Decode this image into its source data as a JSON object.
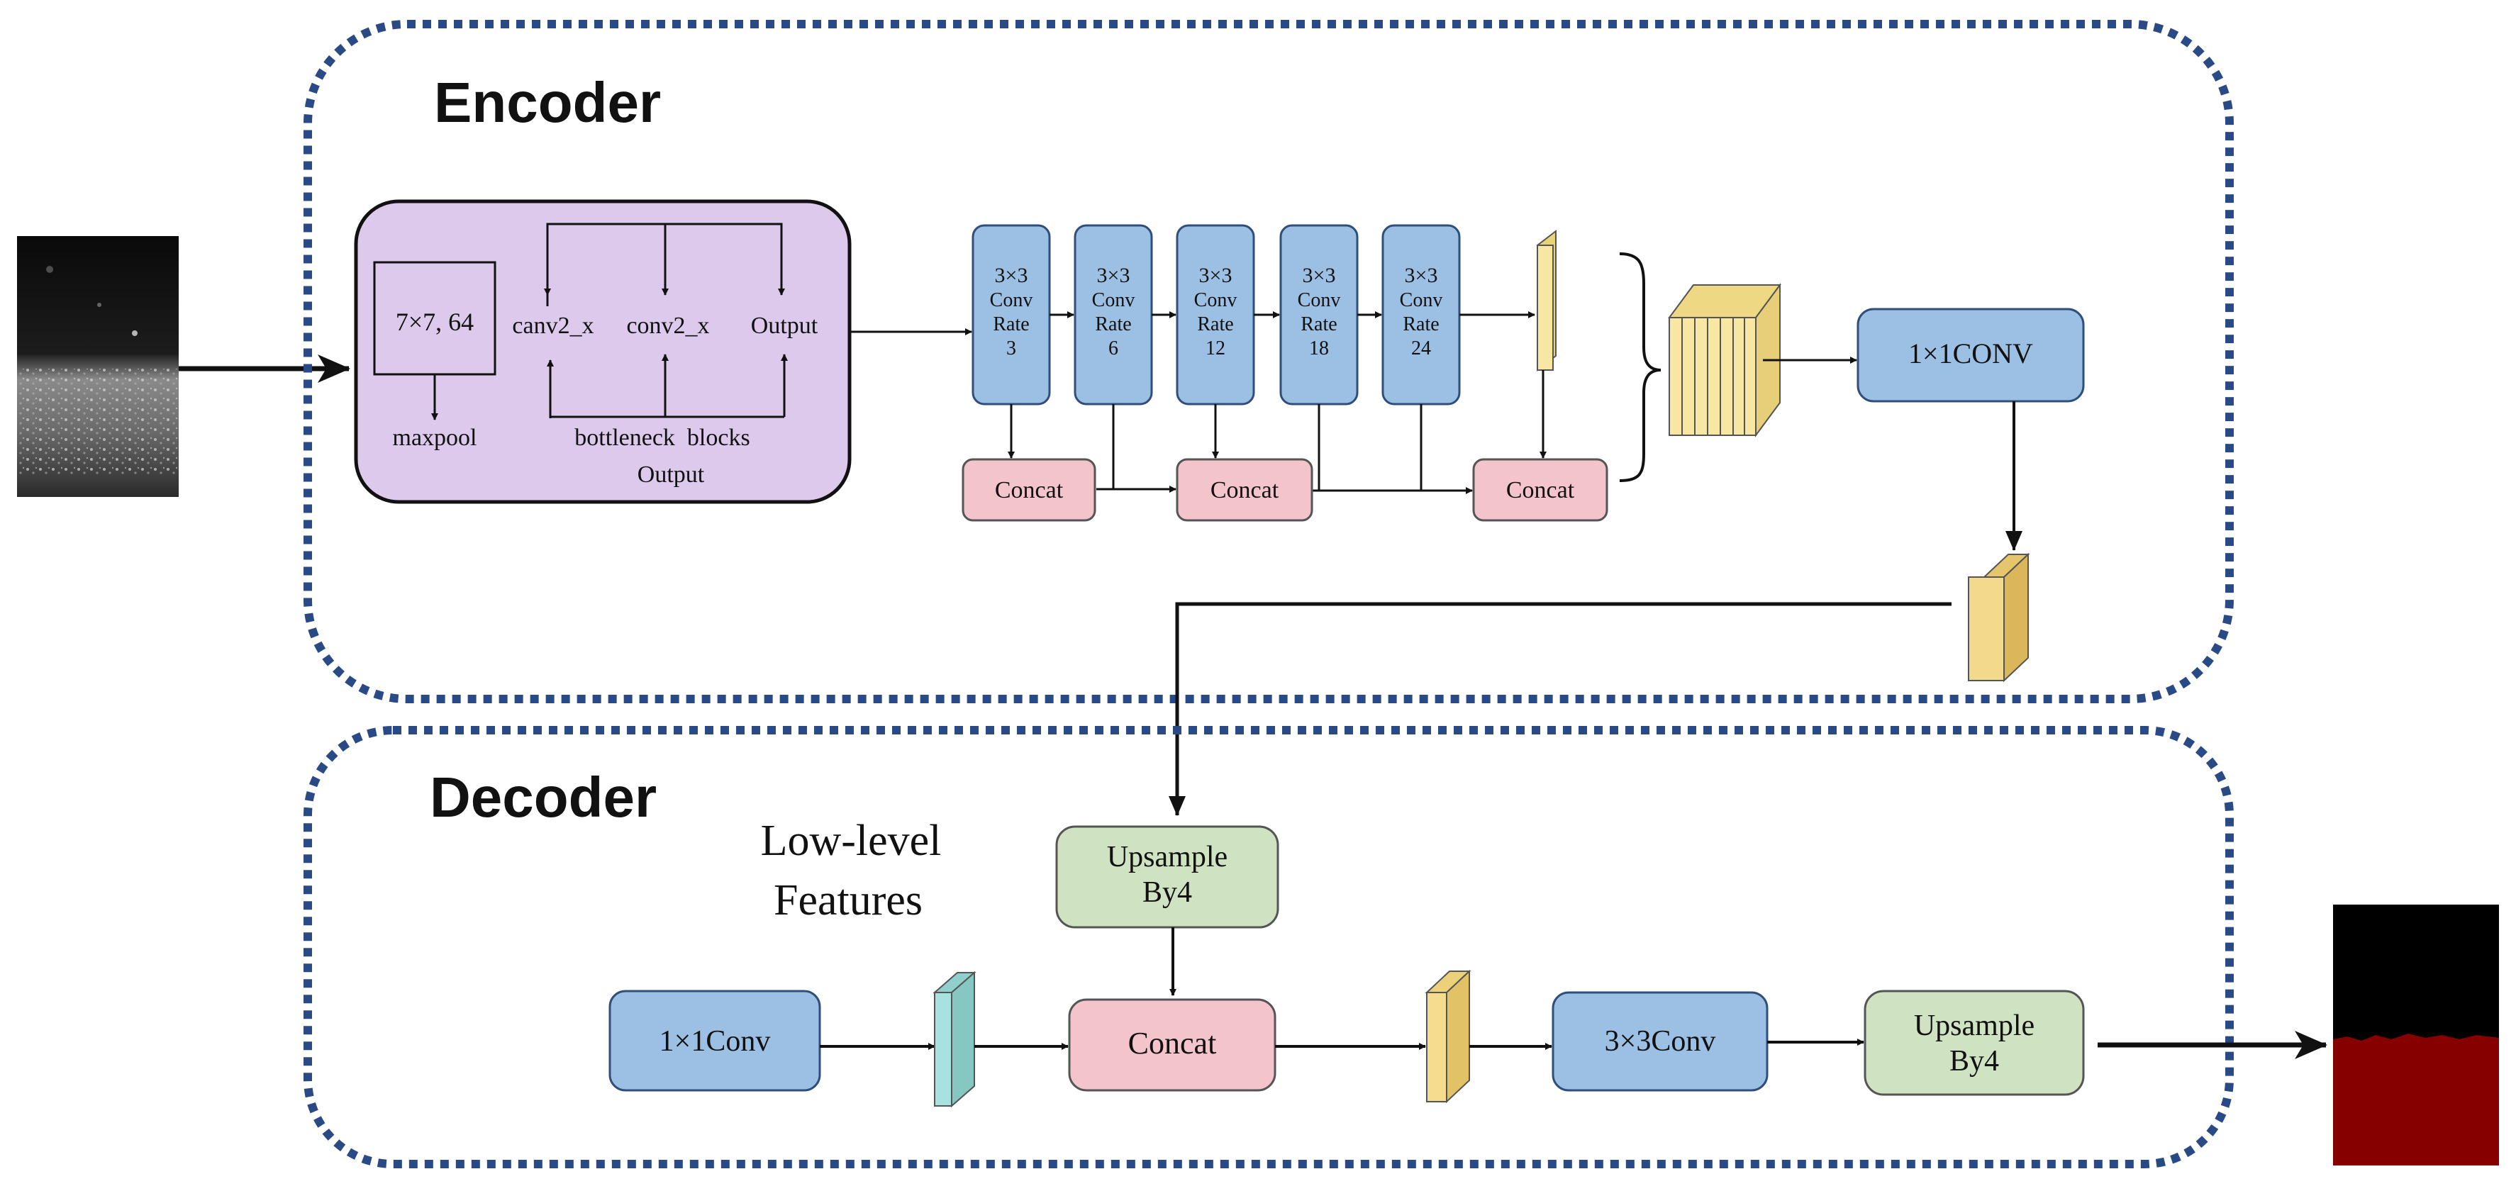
{
  "encoder": {
    "title": "Encoder",
    "stem": {
      "conv_label": "7×7, 64",
      "maxpool_label": "maxpool",
      "conv1_label": "canv2_x",
      "conv2_label": "conv2_x",
      "output_label": "Output",
      "bottleneck_label": "bottleneck  blocks",
      "bottleneck_output_label": "Output"
    },
    "aspp": [
      {
        "l1": "3×3",
        "l2": "Conv",
        "l3": "Rate",
        "l4": "3"
      },
      {
        "l1": "3×3",
        "l2": "Conv",
        "l3": "Rate",
        "l4": "6"
      },
      {
        "l1": "3×3",
        "l2": "Conv",
        "l3": "Rate",
        "l4": "12"
      },
      {
        "l1": "3×3",
        "l2": "Conv",
        "l3": "Rate",
        "l4": "18"
      },
      {
        "l1": "3×3",
        "l2": "Conv",
        "l3": "Rate",
        "l4": "24"
      }
    ],
    "concat_label": "Concat",
    "conv1x1_label": "1×1CONV"
  },
  "decoder": {
    "title": "Decoder",
    "low_level_line1": "Low-level",
    "low_level_line2": "Features",
    "upsample1_line1": "Upsample",
    "upsample1_line2": "By4",
    "conv1x1_label": "1×1Conv",
    "concat_label": "Concat",
    "conv3x3_label": "3×3Conv",
    "upsample2_line1": "Upsample",
    "upsample2_line2": "By4"
  },
  "colors": {
    "encoder_border": "#2a4a86",
    "stem_fill": "#dcc9ec",
    "conv_fill": "#9cbfe4",
    "concat_fill": "#f4c4cc",
    "feature_yellow": "#f7e7a2",
    "feature_cyan": "#a8e2de",
    "upsample_fill": "#cfe2c2",
    "mask_red": "#860000"
  }
}
